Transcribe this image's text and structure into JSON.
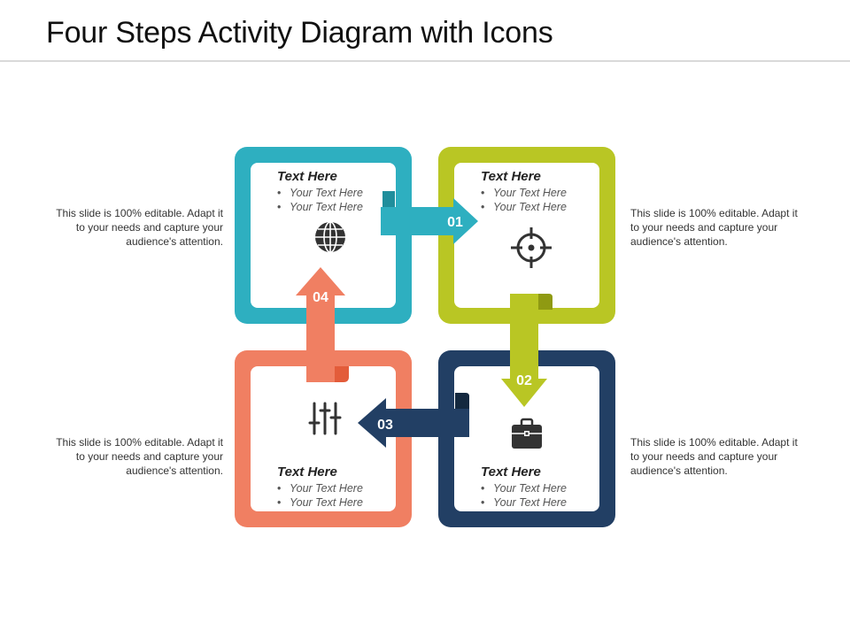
{
  "title": "Four Steps Activity Diagram with Icons",
  "steps": [
    {
      "number": "01",
      "heading": "Text Here",
      "bullets": [
        "Your Text Here",
        "Your Text Here"
      ],
      "icon": "globe-icon"
    },
    {
      "number": "02",
      "heading": "Text Here",
      "bullets": [
        "Your Text Here",
        "Your Text Here"
      ],
      "icon": "target-icon"
    },
    {
      "number": "03",
      "heading": "Text Here",
      "bullets": [
        "Your Text Here",
        "Your Text Here"
      ],
      "icon": "briefcase-icon"
    },
    {
      "number": "04",
      "heading": "Text Here",
      "bullets": [
        "Your Text Here",
        "Your Text Here"
      ],
      "icon": "sliders-icon"
    }
  ],
  "side_notes": {
    "top_left": "This slide is 100% editable. Adapt it to your needs and capture your audience's attention.",
    "top_right": "This slide is 100% editable. Adapt it to your needs and capture your audience's attention.",
    "bottom_left": "This slide is 100% editable. Adapt it to your needs and capture your audience's attention.",
    "bottom_right": "This slide is 100% editable. Adapt it to your needs and capture your audience's attention."
  },
  "colors": {
    "teal": "#2eafc0",
    "lime": "#b9c624",
    "coral": "#f07f62",
    "navy": "#223f64"
  }
}
